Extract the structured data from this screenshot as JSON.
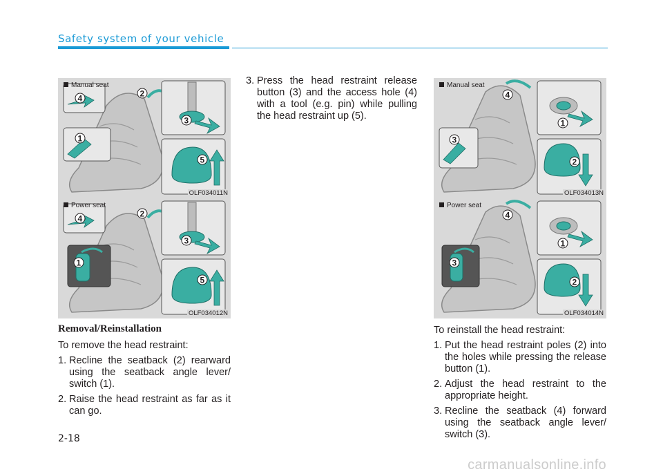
{
  "header": {
    "title": "Safety system of your vehicle"
  },
  "figures": [
    {
      "label": "Manual seat",
      "code": "OLF034011N"
    },
    {
      "label": "Power seat",
      "code": "OLF034012N"
    },
    {
      "label": "Manual seat",
      "code": "OLF034013N"
    },
    {
      "label": "Power seat",
      "code": "OLF034014N"
    }
  ],
  "callouts": {
    "f1": [
      "4",
      "2",
      "1",
      "3",
      "5"
    ],
    "f2": [
      "4",
      "2",
      "1",
      "3",
      "5"
    ],
    "f3": [
      "4",
      "3",
      "1",
      "2"
    ],
    "f4": [
      "4",
      "3",
      "1",
      "2"
    ]
  },
  "removal": {
    "heading": "Removal/Reinstallation",
    "intro": "To remove the head restraint:",
    "steps": [
      {
        "num": "1.",
        "text": "Recline the seatback (2) rearward using the seatback angle lever/ switch (1)."
      },
      {
        "num": "2.",
        "text": "Raise the head restraint as far as it can go."
      },
      {
        "num": "3.",
        "text": "Press the head restraint release button (3) and the access hole (4) with a tool (e.g. pin) while pulling the head restraint up (5)."
      }
    ]
  },
  "reinstall": {
    "intro": "To reinstall the head restraint:",
    "steps": [
      {
        "num": "1.",
        "text": "Put the head restraint poles (2) into the holes while pressing the release button (1)."
      },
      {
        "num": "2.",
        "text": "Adjust the head restraint to the appropriate height."
      },
      {
        "num": "3.",
        "text": "Recline the seatback (4) forward using the seatback angle lever/ switch (3)."
      }
    ]
  },
  "page_number": "2-18",
  "watermark": "carmanualsonline.info",
  "colors": {
    "accent": "#1a9ad6",
    "figure_bg": "#d9d9d9",
    "teal": "#3aaea2"
  }
}
